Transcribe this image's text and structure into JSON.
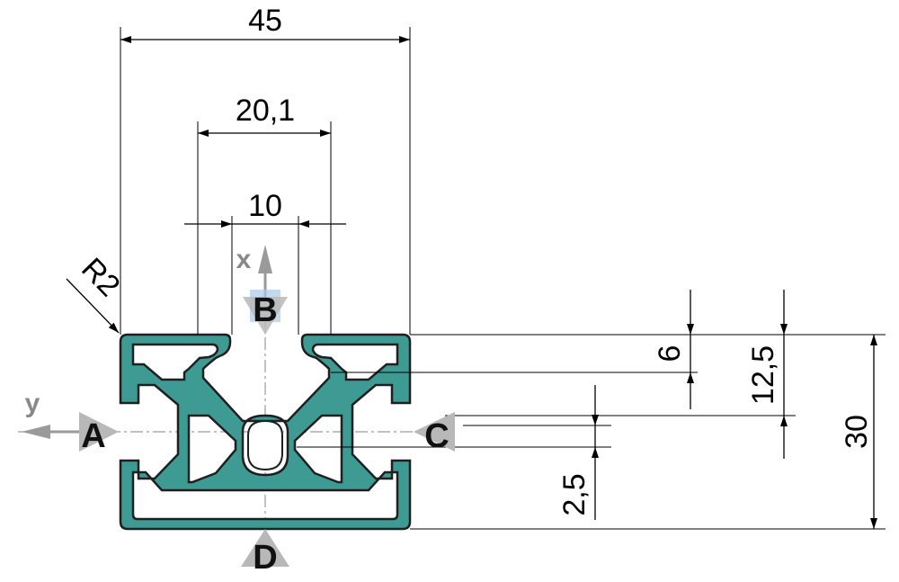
{
  "drawing": {
    "colors": {
      "profile_fill": "#3e9b93",
      "profile_outline": "#1f1f1f",
      "marker_triangle": "#b8b8b8",
      "axis_arrow": "#9a9a9a",
      "marker_highlight": "#a9c9e8"
    },
    "dimensions": {
      "width_overall": "45",
      "slot_opening_outer": "20,1",
      "slot_opening": "10",
      "corner_radius": "R2",
      "slot_depth": "6",
      "center_depth": "12,5",
      "height_overall": "30",
      "core_bore": "2,5"
    },
    "axes": {
      "x_label": "x",
      "y_label": "y"
    },
    "markers": {
      "a": "A",
      "b": "B",
      "c": "C",
      "d": "D"
    }
  }
}
